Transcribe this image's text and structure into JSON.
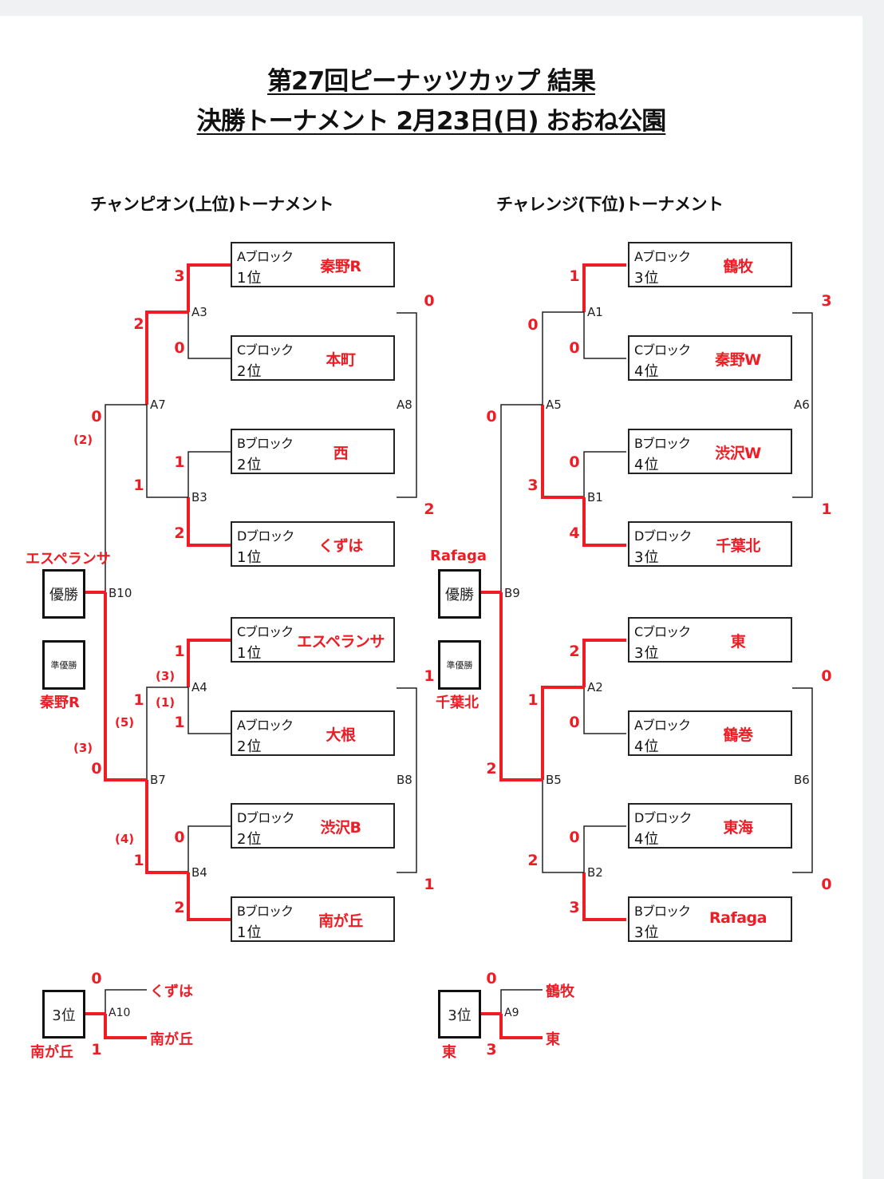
{
  "header": {
    "title_line1": "第27回ピーナッツカップ 結果",
    "title_line2": "決勝トーナメント 2月23日(日) おおね公園"
  },
  "colors": {
    "accent": "#ee1c24",
    "line": "#222222",
    "background": "#f0f1f3",
    "card": "#ffffff"
  },
  "champion_bracket": {
    "title": "チャンピオン(上位)トーナメント",
    "slots": [
      {
        "block": "Aブロック",
        "rank": "1位",
        "team": "秦野R"
      },
      {
        "block": "Cブロック",
        "rank": "2位",
        "team": "本町"
      },
      {
        "block": "Bブロック",
        "rank": "2位",
        "team": "西"
      },
      {
        "block": "Dブロック",
        "rank": "1位",
        "team": "くずは"
      },
      {
        "block": "Cブロック",
        "rank": "1位",
        "team": "エスペランサ"
      },
      {
        "block": "Aブロック",
        "rank": "2位",
        "team": "大根"
      },
      {
        "block": "Dブロック",
        "rank": "2位",
        "team": "渋沢B"
      },
      {
        "block": "Bブロック",
        "rank": "1位",
        "team": "南が丘"
      }
    ],
    "matches": {
      "A3": {
        "code": "A3",
        "score_top": "3",
        "score_bottom": "0"
      },
      "B3": {
        "code": "B3",
        "score_top": "1",
        "score_bottom": "2"
      },
      "A4": {
        "code": "A4",
        "score_top": "1",
        "score_bottom": "1",
        "pk_top": "(3)",
        "pk_bottom": "(1)"
      },
      "B4": {
        "code": "B4",
        "score_top": "0",
        "score_bottom": "2"
      },
      "A7": {
        "code": "A7",
        "score_top": "2",
        "score_bottom": "1"
      },
      "B7": {
        "code": "B7",
        "score_top": "1",
        "score_bottom": "1",
        "pk_top": "(5)",
        "pk_bottom": "(4)"
      },
      "A8": {
        "code": "A8",
        "score_top": "0",
        "score_bottom": "2"
      },
      "B8": {
        "code": "B8",
        "score_top": "",
        "score_bottom": "1"
      },
      "B10": {
        "code": "B10",
        "score_top": "0",
        "score_bottom": "0",
        "pk_top": "(2)",
        "pk_bottom": "(3)"
      }
    },
    "final": {
      "champion_label": "優勝",
      "champion_team": "エスペランサ",
      "runner_up_label": "準優勝",
      "runner_up_team": "秦野R"
    },
    "third_place": {
      "code": "A10",
      "label": "3位",
      "winner": "南が丘",
      "team_top": "くずは",
      "score_top": "0",
      "team_bottom": "南が丘",
      "score_bottom": "1"
    }
  },
  "challenge_bracket": {
    "title": "チャレンジ(下位)トーナメント",
    "slots": [
      {
        "block": "Aブロック",
        "rank": "3位",
        "team": "鶴牧"
      },
      {
        "block": "Cブロック",
        "rank": "4位",
        "team": "秦野W"
      },
      {
        "block": "Bブロック",
        "rank": "4位",
        "team": "渋沢W"
      },
      {
        "block": "Dブロック",
        "rank": "3位",
        "team": "千葉北"
      },
      {
        "block": "Cブロック",
        "rank": "3位",
        "team": "東"
      },
      {
        "block": "Aブロック",
        "rank": "4位",
        "team": "鶴巻"
      },
      {
        "block": "Dブロック",
        "rank": "4位",
        "team": "東海"
      },
      {
        "block": "Bブロック",
        "rank": "3位",
        "team": "Rafaga"
      }
    ],
    "matches": {
      "A1": {
        "code": "A1",
        "score_top": "1",
        "score_bottom": "0"
      },
      "B1": {
        "code": "B1",
        "score_top": "0",
        "score_bottom": "4"
      },
      "A2": {
        "code": "A2",
        "score_top": "2",
        "score_bottom": "0"
      },
      "B2": {
        "code": "B2",
        "score_top": "0",
        "score_bottom": "3"
      },
      "A5": {
        "code": "A5",
        "score_top": "0",
        "score_bottom": "3"
      },
      "B5": {
        "code": "B5",
        "score_top": "1",
        "score_bottom": "2"
      },
      "A6": {
        "code": "A6",
        "score_top": "3",
        "score_bottom": "1"
      },
      "B6": {
        "code": "B6",
        "score_top": "0",
        "score_bottom": "0"
      },
      "B9": {
        "code": "B9",
        "score_top": "0",
        "score_bottom": "2",
        "extra_left_top": "2",
        "extra_left_bottom": "1"
      }
    },
    "final": {
      "champion_label": "優勝",
      "champion_team": "Rafaga",
      "runner_up_label": "準優勝",
      "runner_up_team": "千葉北",
      "runner_up_score": "1"
    },
    "third_place": {
      "code": "A9",
      "label": "3位",
      "winner": "東",
      "team_top": "鶴牧",
      "score_top": "0",
      "team_bottom": "東",
      "score_bottom": "3"
    }
  }
}
